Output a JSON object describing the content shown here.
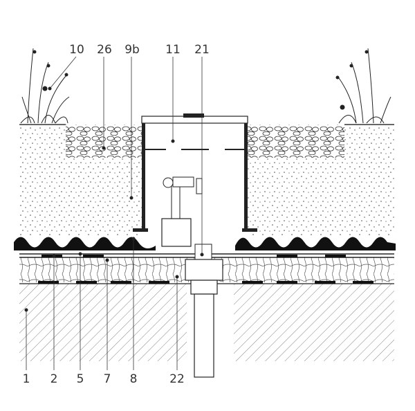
{
  "diagram": {
    "top_labels": [
      "10",
      "26",
      "9b",
      "11",
      "21"
    ],
    "bottom_labels": [
      "1",
      "2",
      "5",
      "7",
      "8",
      "22"
    ]
  }
}
